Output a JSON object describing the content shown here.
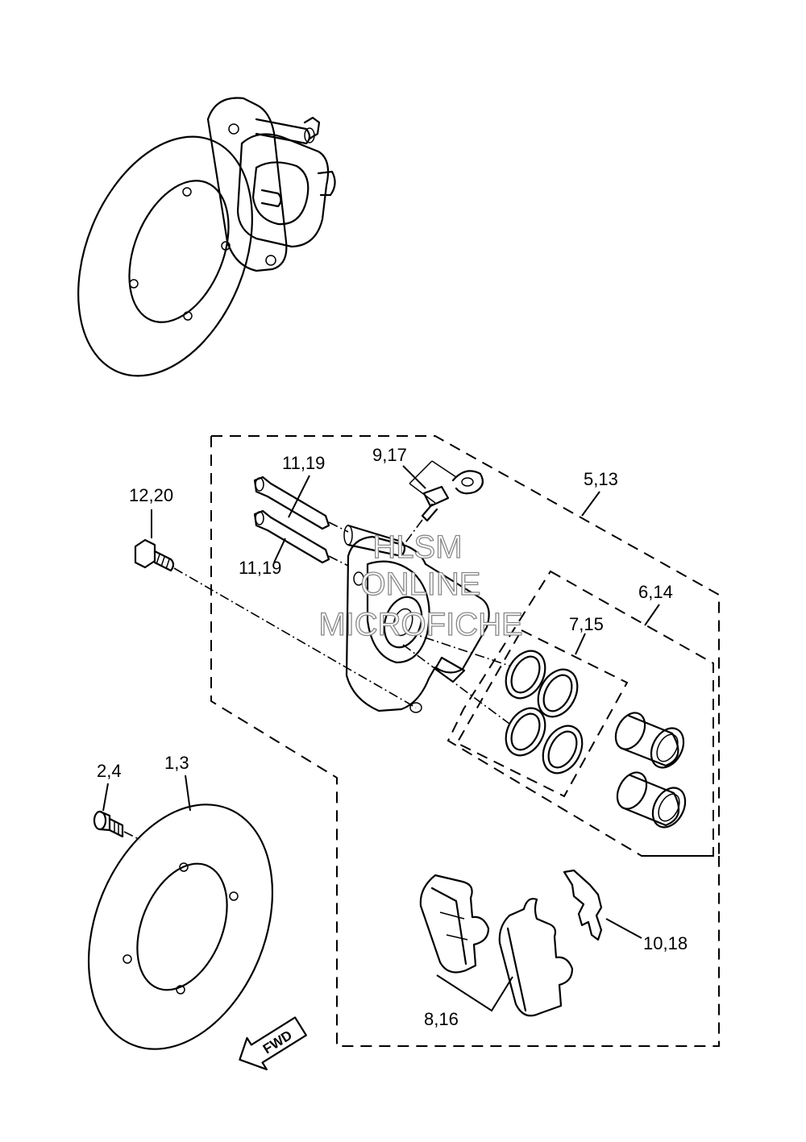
{
  "callouts": {
    "c_12_20": "12,20",
    "c_11_19_top": "11,19",
    "c_11_19_bottom": "11,19",
    "c_9_17": "9,17",
    "c_5_13": "5,13",
    "c_6_14": "6,14",
    "c_7_15": "7,15",
    "c_2_4": "2,4",
    "c_1_3": "1,3",
    "c_10_18": "10,18",
    "c_8_16": "8,16"
  },
  "direction_label": "FWD",
  "watermark": {
    "line1": "HLSM",
    "line2": "ONLINE",
    "line3": "MICROFICHE"
  }
}
